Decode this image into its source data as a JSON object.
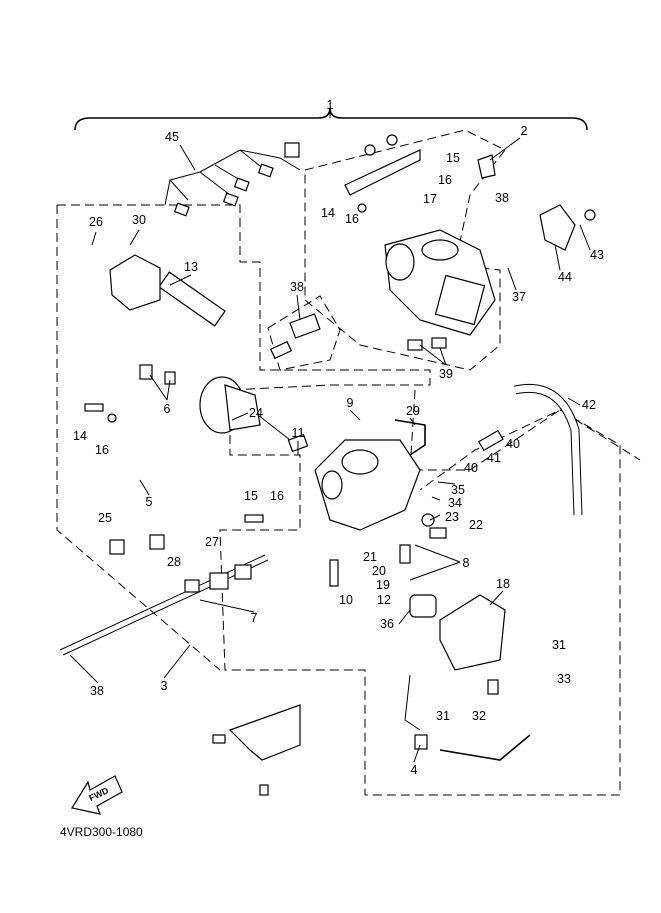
{
  "callouts": [
    "1",
    "2",
    "15",
    "16",
    "17",
    "38",
    "14",
    "16",
    "26",
    "30",
    "13",
    "45",
    "43",
    "44",
    "37",
    "38",
    "39",
    "42",
    "9",
    "29",
    "24",
    "6",
    "14",
    "16",
    "11",
    "40",
    "41",
    "40",
    "35",
    "34",
    "23",
    "22",
    "8",
    "21",
    "20",
    "19",
    "12",
    "10",
    "15",
    "16",
    "5",
    "25",
    "27",
    "28",
    "7",
    "18",
    "36",
    "31",
    "33",
    "31",
    "32",
    "38",
    "3",
    "4"
  ],
  "fwd_label": "FWD",
  "drawing_code": "4VRD300-1080"
}
